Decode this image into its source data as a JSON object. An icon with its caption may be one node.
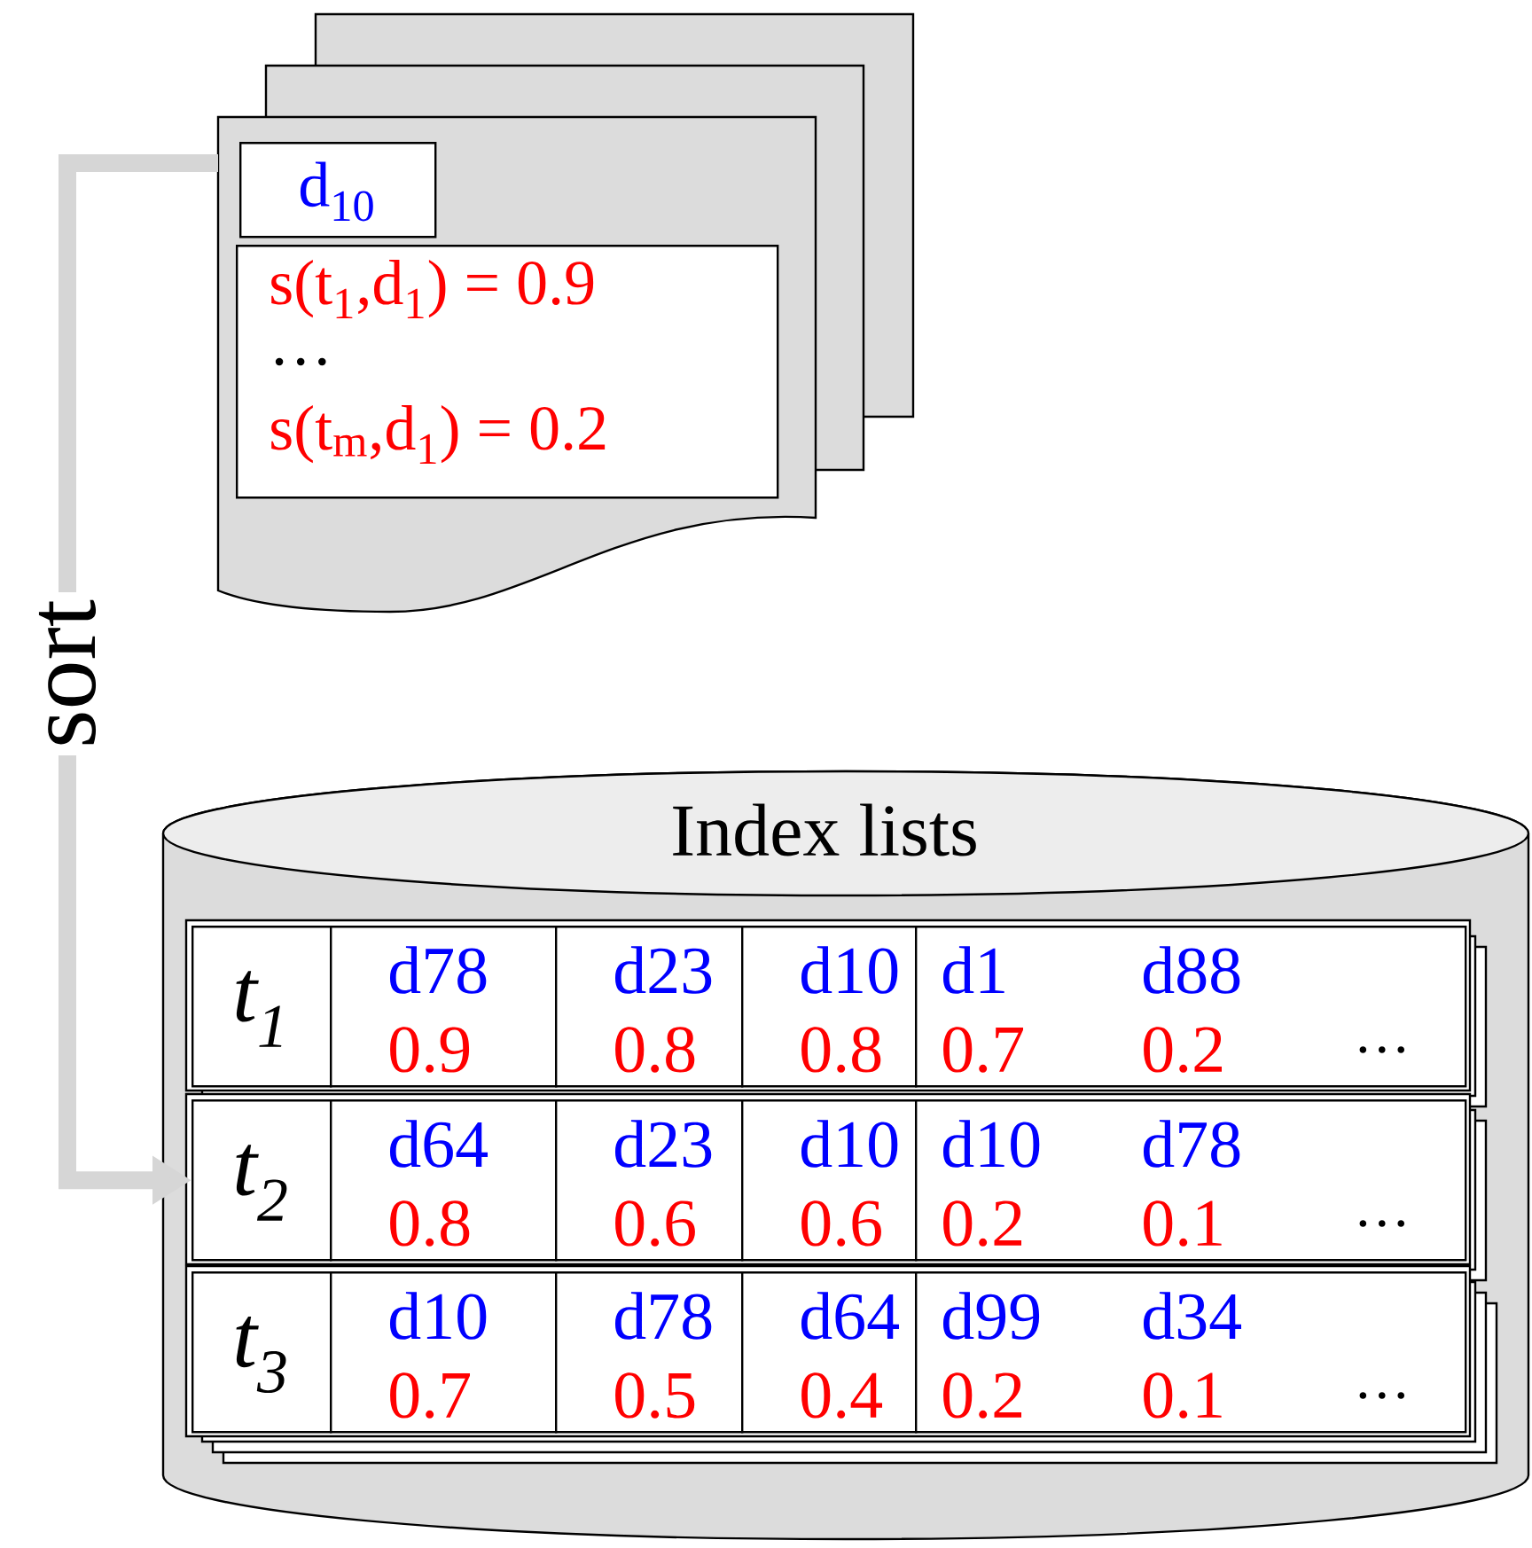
{
  "diagram": {
    "nodes": [
      {
        "text": [],
        "shape": "document"
      },
      {
        "text": [
          "d$_{10}$"
        ],
        "in": 0
      },
      {
        "text": [
          "s(t$_{1}$,d$_{1}$) = 0.9",
          "…",
          "s(t$_{m}$,d$_{1}$) = 0.2"
        ],
        "in": 0
      },
      {
        "text": [
          "Index lists"
        ]
      },
      {
        "text": [],
        "shape": "box",
        "in": 3
      },
      {
        "text": [
          "t$_{1}$"
        ],
        "in": 4
      },
      {
        "text": [
          "d78",
          "0.9"
        ],
        "in": 4
      },
      {
        "text": [
          "d23",
          "0.8"
        ],
        "in": 4
      },
      {
        "text": [
          "d10",
          "0.8"
        ],
        "in": 4
      },
      {
        "text": [
          "d1",
          "0.7",
          "d88",
          "0.2",
          "…"
        ],
        "in": 4
      },
      {
        "text": [],
        "shape": "box",
        "in": 3
      },
      {
        "text": [
          "t$_{2}$"
        ],
        "in": 10
      },
      {
        "text": [
          "d64",
          "0.8"
        ],
        "in": 10
      },
      {
        "text": [
          "d23",
          "0.6"
        ],
        "in": 10
      },
      {
        "text": [
          "d10",
          "0.6"
        ],
        "in": 10
      },
      {
        "text": [
          "d10",
          "0.2",
          "d78",
          "0.1",
          "…"
        ],
        "in": 10
      },
      {
        "text": [],
        "shape": "box",
        "in": 3
      },
      {
        "text": [
          "t$_{3}$"
        ],
        "in": 16
      },
      {
        "text": [
          "d10",
          "0.7"
        ],
        "in": 16
      },
      {
        "text": [
          "d78",
          "0.5"
        ],
        "in": 16
      },
      {
        "text": [
          "d64",
          "0.4"
        ],
        "in": 16
      },
      {
        "text": [
          "d99",
          "0.2",
          "d34",
          "0.1",
          "…"
        ],
        "in": 16
      }
    ],
    "edges": [
      {
        "from": 0,
        "to": 11,
        "arrow": "to",
        "label": "sort"
      }
    ]
  }
}
